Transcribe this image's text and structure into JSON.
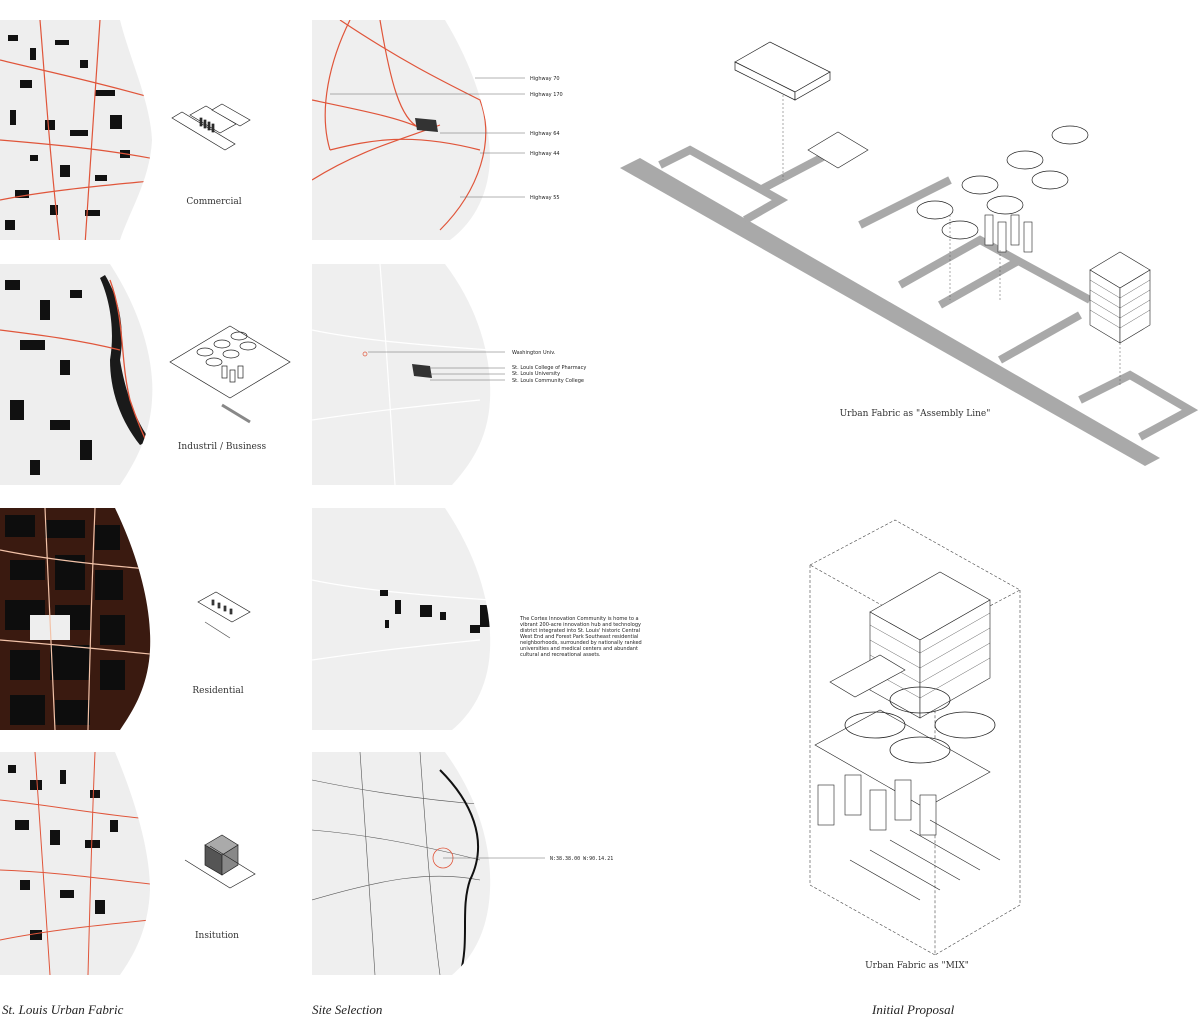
{
  "columns": {
    "urban_fabric_caption": "St. Louis Urban Fabric",
    "site_selection_caption": "Site Selection",
    "initial_proposal_caption": "Initial Proposal"
  },
  "rows": [
    {
      "diagram_label": "Commercial"
    },
    {
      "diagram_label": "Industril / Business"
    },
    {
      "diagram_label": "Residential"
    },
    {
      "diagram_label": "Insitution"
    }
  ],
  "highways": [
    "Highway 70",
    "Highway 170",
    "Highway 64",
    "Highway 44",
    "Highway 55"
  ],
  "schools": [
    "Washington Univ.",
    "St. Louis College of Pharmacy",
    "St. Louis University",
    "St. Louis Community College"
  ],
  "district_text": [
    "The Cortex Innovation Community is home to a",
    "vibrant 200-acre innovation hub and technology",
    "district integrated into St. Louis' historic Central",
    "West End and Forest Park Southeast residential",
    "neighborhoods, surrounded by nationally ranked",
    "universities and medical centers and abundant",
    "cultural and recreational assets."
  ],
  "coordinates": "N:38.38.00  W:90.14.21",
  "proposals": {
    "assembly_line": "Urban Fabric as \"Assembly Line\"",
    "mix": "Urban Fabric as \"MIX\""
  },
  "colors": {
    "route_red": "#e0553a",
    "building_black": "#111111",
    "map_gray": "#efefef",
    "road_gray": "#a9a9a9"
  }
}
